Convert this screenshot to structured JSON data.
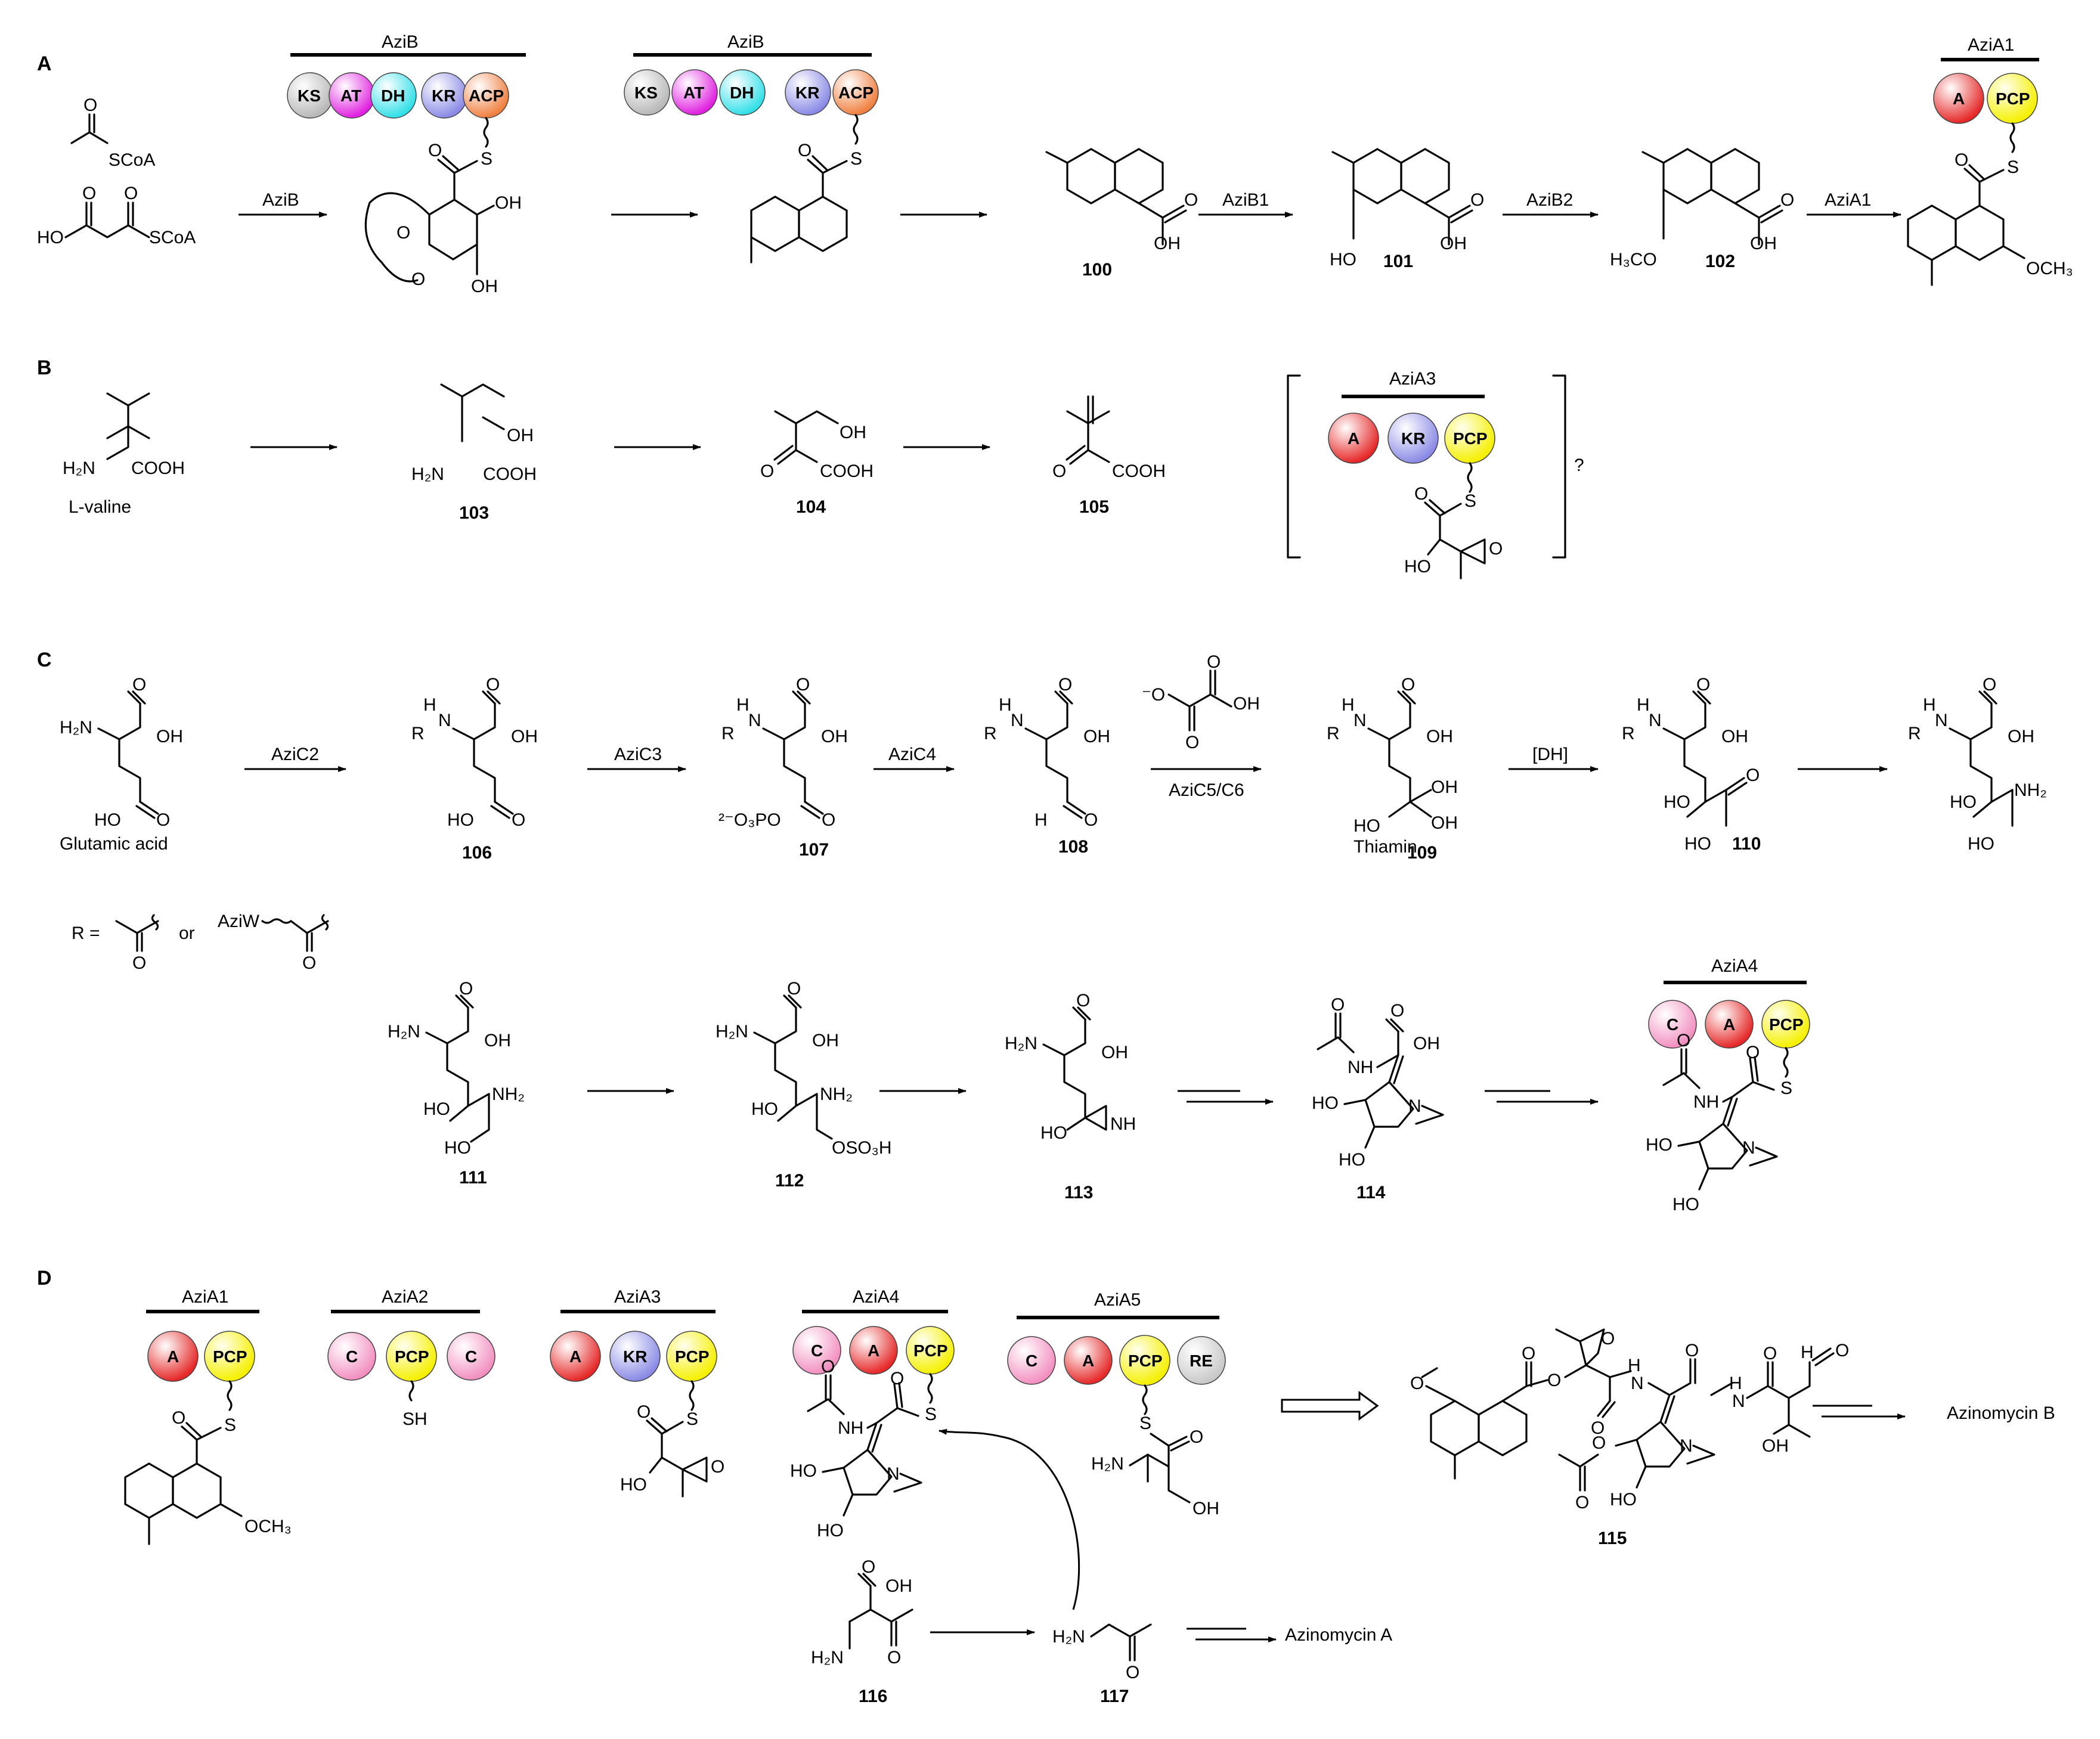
{
  "panels": {
    "a": "A",
    "b": "B",
    "c": "C",
    "d": "D"
  },
  "enzymes": {
    "azib": "AziB",
    "azib1": "AziB1",
    "azib2": "AziB2",
    "azia1": "AziA1",
    "azia2": "AziA2",
    "azia3": "AziA3",
    "azia4": "AziA4",
    "azia5": "AziA5",
    "azic2": "AziC2",
    "azic3": "AziC3",
    "azic4": "AziC4",
    "azic5c6": "AziC5/C6",
    "dh_step": "[DH]"
  },
  "domains": {
    "ks": "KS",
    "at": "AT",
    "dh": "DH",
    "kr": "KR",
    "acp": "ACP",
    "a": "A",
    "pcp": "PCP",
    "c": "C",
    "re": "RE"
  },
  "colors": {
    "ks": "#b8b8b8",
    "at": "#e020e0",
    "dh": "#33e0e8",
    "kr": "#8a8ae6",
    "acp": "#f08040",
    "a": "#e62828",
    "pcp": "#f5f000",
    "c": "#f28fc0",
    "re": "#c8c8c8"
  },
  "compounds": {
    "c100": "100",
    "c101": "101",
    "c102": "102",
    "c103": "103",
    "c104": "104",
    "c105": "105",
    "c106": "106",
    "c107": "107",
    "c108": "108",
    "c109": "109",
    "c110": "110",
    "c111": "111",
    "c112": "112",
    "c113": "113",
    "c114": "114",
    "c115": "115",
    "c116": "116",
    "c117": "117"
  },
  "names": {
    "lvaline": "L-valine",
    "glutamic": "Glutamic acid",
    "thiamin": "Thiamin",
    "azinomycin_a": "Azinomycin A",
    "azinomycin_b": "Azinomycin B",
    "r_def": "R =",
    "or": "or",
    "aziw": "AziW",
    "question": "?"
  },
  "atoms": {
    "scoa": "SCoA",
    "ho": "HO",
    "oh": "OH",
    "o": "O",
    "s": "S",
    "sh": "SH",
    "nh": "NH",
    "n": "N",
    "h": "H",
    "r": "R",
    "h2n": "H₂N",
    "nh2": "NH₂",
    "cooh": "COOH",
    "h3co": "H₃CO",
    "och3": "OCH₃",
    "o3po": "²⁻O₃PO",
    "oso3h": "OSO₃H",
    "h2n_small": "H₂N",
    "oxalate_minus": "⁻O"
  }
}
